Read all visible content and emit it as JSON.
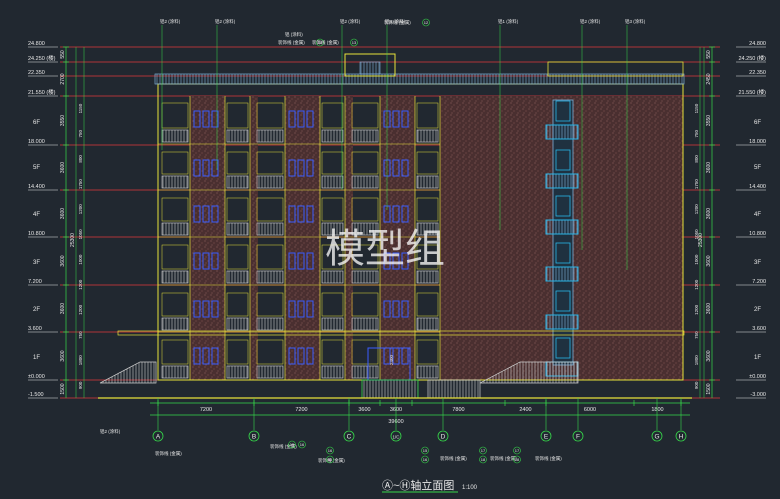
{
  "drawing": {
    "title": "Ⓐ~Ⓗ轴立面图",
    "scale": "1:100",
    "watermark": "模型组",
    "total_dimension": "39600"
  },
  "colors": {
    "background": "#212830",
    "level_line": "#e03a3a",
    "outline": "#e8e23a",
    "dimension": "#36d94a",
    "brick": "#5a3a38",
    "window": "#3a5cff",
    "stair_window": "#29b6e8",
    "railing": "#d0d0d0",
    "axis_bubble": "#36d94a",
    "text": "#e8e8e8"
  },
  "levels": [
    {
      "label": "24.800",
      "floor": ""
    },
    {
      "label": "24.250 (楼)",
      "floor": ""
    },
    {
      "label": "22.350",
      "floor": ""
    },
    {
      "label": "21.550 (楼)",
      "floor": ""
    },
    {
      "label": "18.000",
      "floor": "6F"
    },
    {
      "label": "14.400",
      "floor": "5F"
    },
    {
      "label": "10.800",
      "floor": "4F"
    },
    {
      "label": "7.200",
      "floor": "3F"
    },
    {
      "label": "3.600",
      "floor": "2F"
    },
    {
      "label": "±0.000",
      "floor": "1F"
    },
    {
      "label": "-1.500",
      "floor": ""
    }
  ],
  "right_levels": [
    {
      "label": "24.800",
      "floor": ""
    },
    {
      "label": "24.250 (楼)",
      "floor": ""
    },
    {
      "label": "22.350",
      "floor": ""
    },
    {
      "label": "21.550 (楼)",
      "floor": ""
    },
    {
      "label": "18.000",
      "floor": "6F"
    },
    {
      "label": "14.400",
      "floor": "5F"
    },
    {
      "label": "10.800",
      "floor": "4F"
    },
    {
      "label": "7.200",
      "floor": "3F"
    },
    {
      "label": "3.600",
      "floor": "2F"
    },
    {
      "label": "±0.000",
      "floor": "1F"
    },
    {
      "label": "-3.000",
      "floor": ""
    }
  ],
  "left_story_dims": [
    "550",
    "2700",
    "3550",
    "3600",
    "3600",
    "3600",
    "3600",
    "3600",
    "1500"
  ],
  "left_total_dim": "25300",
  "left_sub_dims": [
    "1150",
    "750",
    "800",
    "1750",
    "1200",
    "1050",
    "1000",
    "1200",
    "1200",
    "750",
    "1800",
    "900"
  ],
  "right_story_dims": [
    "550",
    "2450",
    "3550",
    "3600",
    "3600",
    "3600",
    "3600",
    "3600",
    "1500"
  ],
  "right_total_dim": "25300",
  "right_sub_dims": [
    "1150",
    "750",
    "800",
    "1750",
    "1200",
    "1050",
    "1000",
    "1200",
    "1200",
    "750",
    "1800",
    "900"
  ],
  "bottom_dims": [
    "7200",
    "7200",
    "3600",
    "3600",
    "7800",
    "2400",
    "6000",
    "1800"
  ],
  "axes": [
    "A",
    "B",
    "C",
    "1/C",
    "D",
    "E",
    "F",
    "G",
    "H"
  ],
  "top_notes": [
    "铝2 (涂料)",
    "铝2 (涂料)",
    "铝2 (涂料)",
    "铝4 (涂料)",
    "铝1 (涂料)",
    "铝2 (涂料)",
    "铝3 (涂料)"
  ],
  "top_callouts": [
    {
      "text": "装饰线 (金属)",
      "ref": "13"
    },
    {
      "text": "装饰线 (金属)",
      "ref": "13"
    },
    {
      "text": "铝 (涂料)",
      "ref": ""
    },
    {
      "text": "装饰线 (金属)",
      "ref": "12"
    }
  ],
  "bottom_notes": [
    "铝2 (涂料)",
    "装饰线 (金属)",
    "装饰线 (金属)",
    "装饰线 (金属)",
    "装饰线 (金属)",
    "装饰线 (金属)",
    "装饰线 (金属)"
  ],
  "bottom_refs": [
    "15",
    "16",
    "15",
    "16",
    "15",
    "16",
    "17",
    "18",
    "17",
    "18"
  ],
  "ramp_dim": "2400"
}
